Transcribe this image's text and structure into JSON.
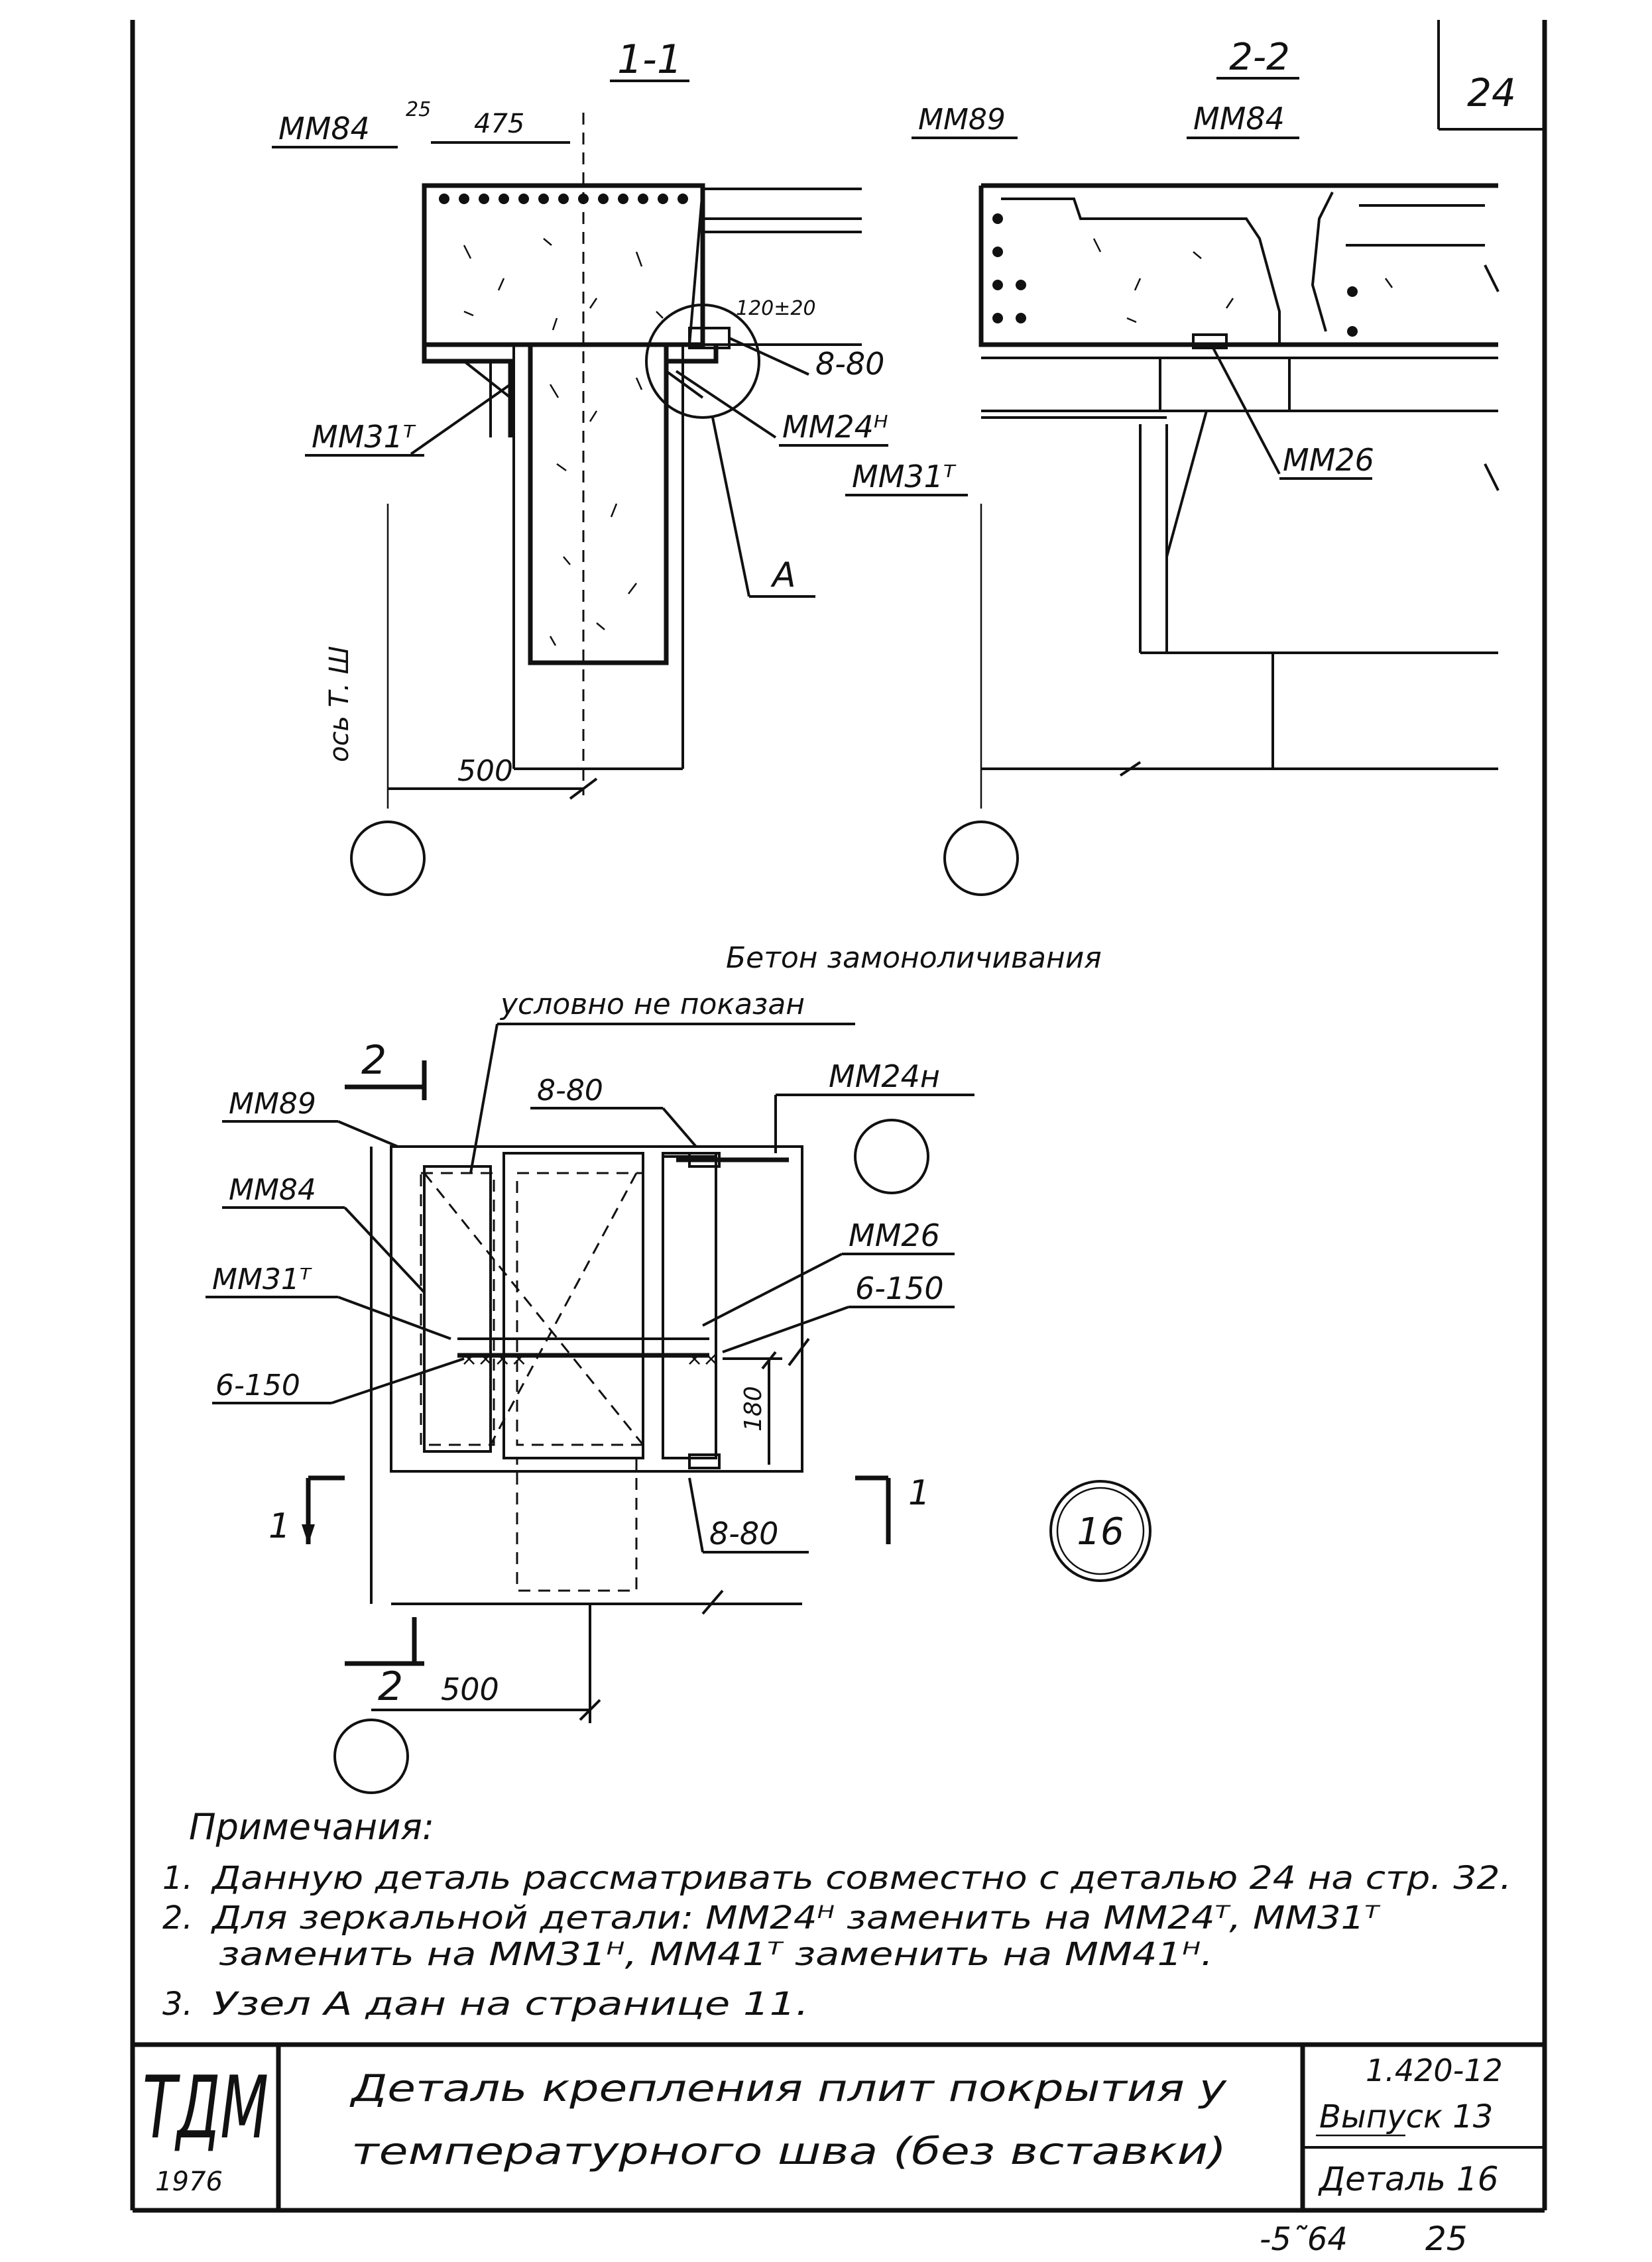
{
  "sheet": {
    "page_number": "24",
    "bottom_number": "25",
    "bottom_code": "-5˜64"
  },
  "section_1": {
    "title": "1-1",
    "label_mm84": "ММ84",
    "dim_25": "25",
    "dim_475": "475",
    "label_mm31": "ММ31ᵀ",
    "label_8_80": "8-80",
    "label_mm24": "ММ24ᴴ",
    "label_a": "А",
    "label_120": "120±20",
    "axis_label": "ось Т. Ш",
    "dim_500": "500"
  },
  "section_2": {
    "title": "2-2",
    "label_mm89": "ММ89",
    "label_mm84": "ММ84",
    "label_mm31": "ММ31ᵀ",
    "label_mm26": "ММ26"
  },
  "plan": {
    "note_line1": "Бетон замоноличивания",
    "note_line2": "условно не показан",
    "cut_2": "2",
    "cut_1": "1",
    "label_mm89": "ММ89",
    "label_mm84": "ММ84",
    "label_mm31": "ММ31ᵀ",
    "label_6_150_left": "6-150",
    "label_8_80_top": "8-80",
    "label_mm24": "ММ24н",
    "label_mm26": "ММ26",
    "label_6_150_right": "6-150",
    "dim_180": "180",
    "label_8_80_bottom": "8-80",
    "dim_500": "500",
    "detail_number": "16"
  },
  "notes": {
    "heading": "Примечания:",
    "items": [
      {
        "num": "1.",
        "text": "Данную деталь рассматривать совместно с деталью 24 на стр. 32."
      },
      {
        "num": "2.",
        "text": "Для зеркальной детали: ММ24ᴴ заменить на ММ24ᵀ, ММ31ᵀ"
      },
      {
        "num": "",
        "text": "заменить на ММ31ᴴ, ММ41ᵀ заменить на ММ41ᴴ."
      },
      {
        "num": "3.",
        "text": "Узел А дан на странице 11."
      }
    ]
  },
  "title_block": {
    "logo": "ТДМ",
    "year": "1976",
    "title_line1": "Деталь крепления плит покрытия у",
    "title_line2": "температурного шва  (без вставки)",
    "series": "1.420-12",
    "issue": "Выпуск 13",
    "detail": "Деталь 16"
  }
}
